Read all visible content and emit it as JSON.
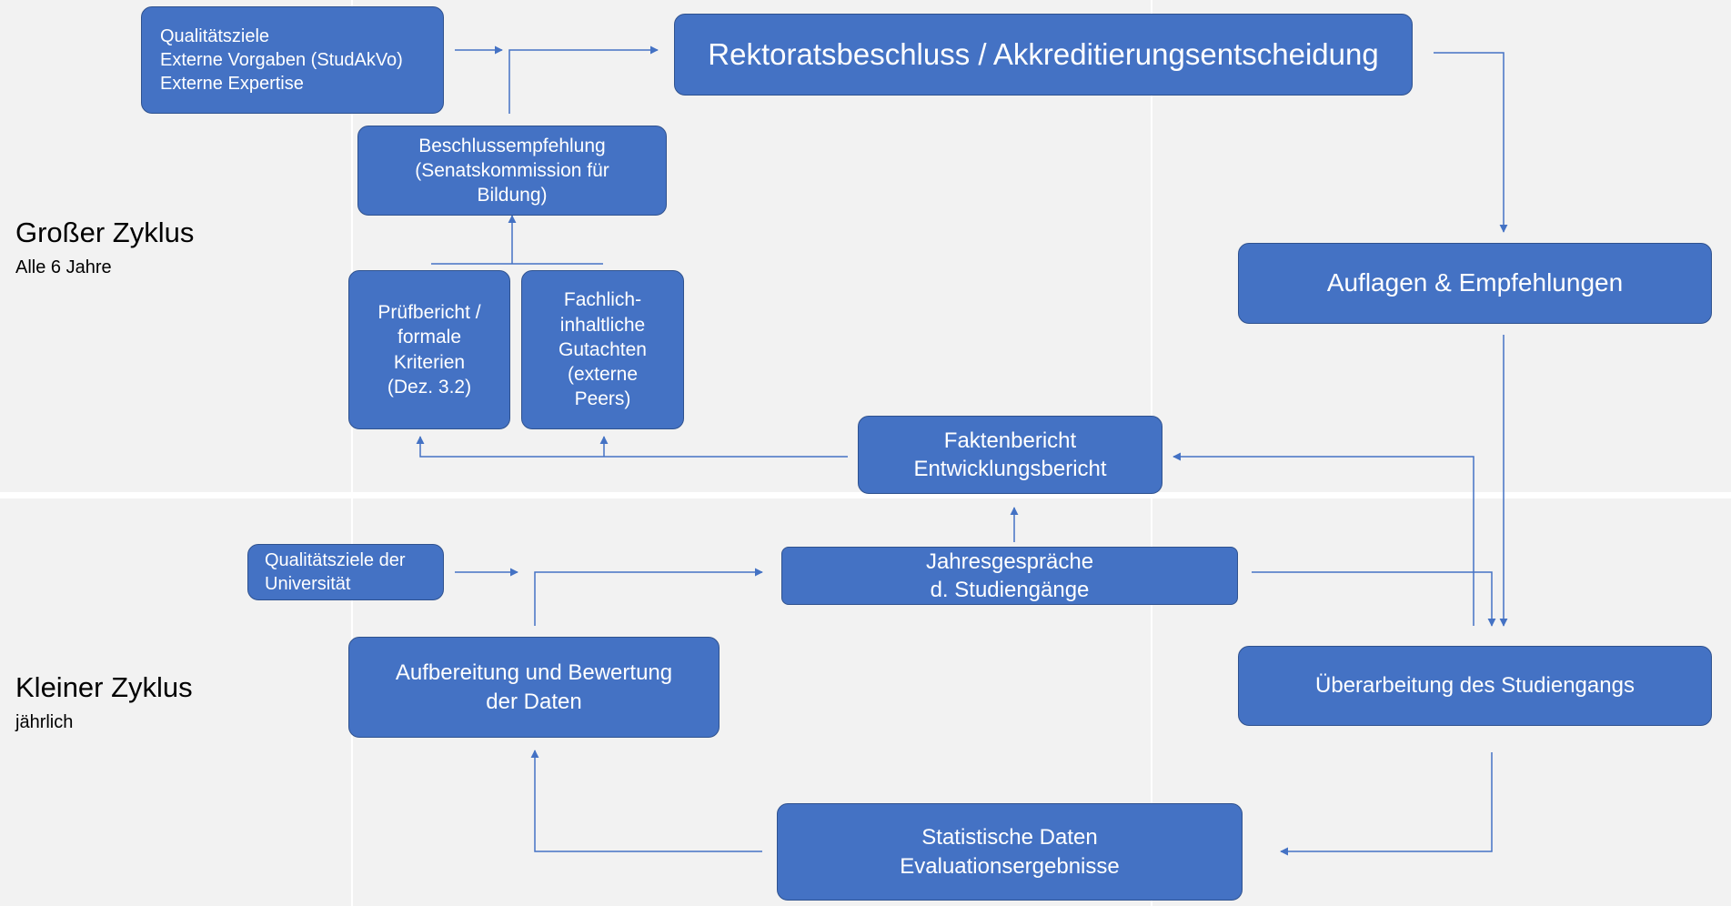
{
  "colors": {
    "box_fill": "#4472c4",
    "box_border": "#2f528f",
    "connector": "#4472c4",
    "lane_background": "#f2f2f2"
  },
  "lanes": {
    "large": {
      "title": "Großer Zyklus",
      "subtitle": "Alle 6 Jahre"
    },
    "small": {
      "title": "Kleiner Zyklus",
      "subtitle": "jährlich"
    }
  },
  "boxes": {
    "quality_goals": [
      "Qualitätsziele",
      "Externe Vorgaben (StudAkVo)",
      "Externe Expertise"
    ],
    "rectorate": [
      "Rektoratsbeschluss / Akkreditierungsentscheidung"
    ],
    "recommendation": [
      "Beschlussempfehlung",
      "(Senatskommission für",
      "Bildung)"
    ],
    "audit_report": [
      "Prüfbericht /",
      "formale",
      "Kriterien",
      "(Dez. 3.2)"
    ],
    "expert_reviews": [
      "Fachlich-",
      "inhaltliche",
      "Gutachten",
      "(externe",
      "Peers)"
    ],
    "conditions": [
      "Auflagen & Empfehlungen"
    ],
    "fact_report": [
      "Faktenbericht",
      "Entwicklungsbericht"
    ],
    "uni_quality_goals": [
      "Qualitätsziele der",
      "Universität"
    ],
    "annual_talks": [
      "Jahresgespräche",
      "d. Studiengänge"
    ],
    "data_processing": [
      "Aufbereitung und Bewertung",
      "der Daten"
    ],
    "revision": [
      "Überarbeitung des Studiengangs"
    ],
    "statistics": [
      "Statistische Daten",
      "Evaluationsergebnisse"
    ]
  }
}
